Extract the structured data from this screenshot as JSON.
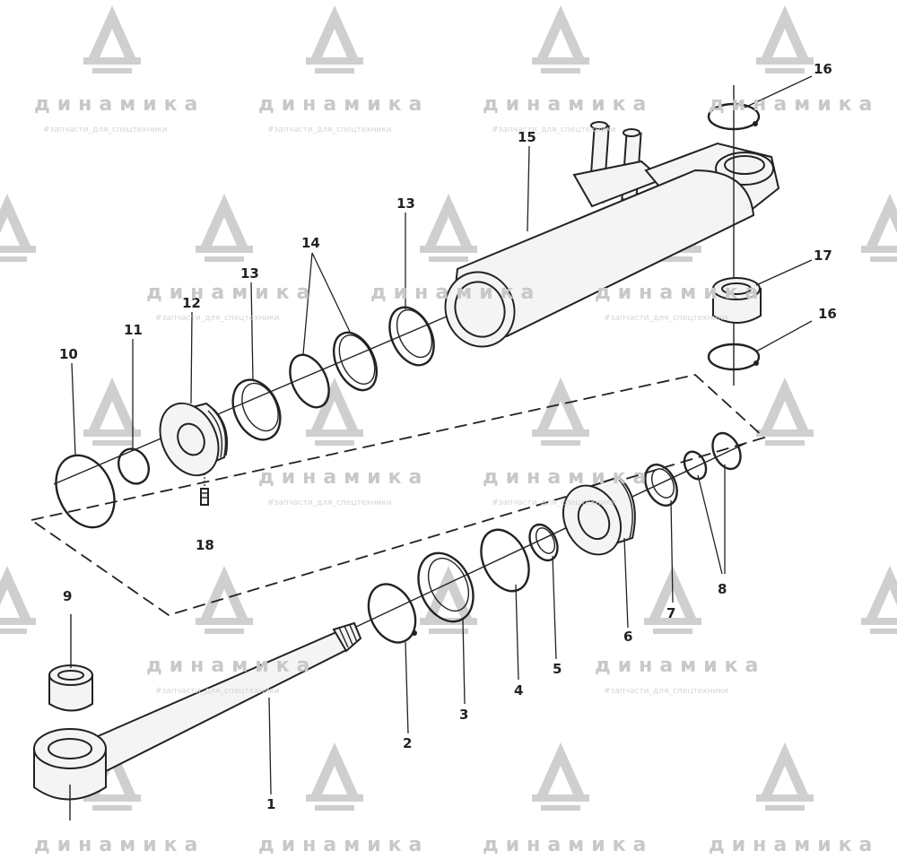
{
  "watermark": {
    "brand": "динамика",
    "tagline": "#запчасти_для_спецтехники",
    "logo_color": "#cfcfcf",
    "text_color": "#c8c8c8"
  },
  "callouts": [
    "1",
    "2",
    "3",
    "4",
    "5",
    "6",
    "7",
    "8",
    "9",
    "10",
    "11",
    "12",
    "13",
    "13",
    "14",
    "15",
    "16",
    "16",
    "17",
    "18"
  ]
}
